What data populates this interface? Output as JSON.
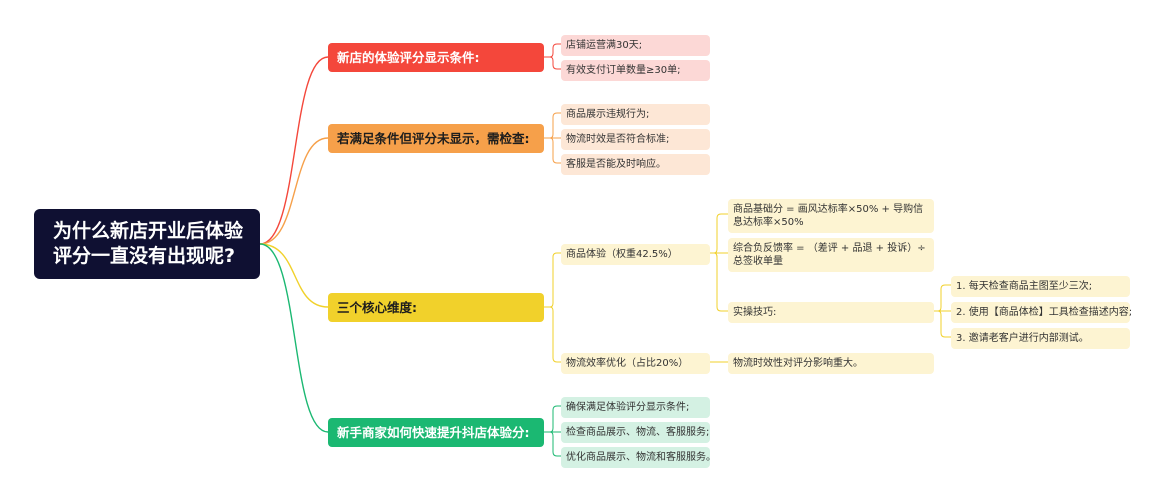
{
  "root": {
    "line1": "为什么新店开业后体验",
    "line2": "评分一直没有出现呢?"
  },
  "branches": [
    {
      "label": "新店的体验评分显示条件:",
      "color": "#f4473b",
      "items": [
        "店铺运营满30天;",
        "有效支付订单数量≥30单;"
      ]
    },
    {
      "label": "若满足条件但评分未显示，需检查:",
      "color": "#f6a04a",
      "items": [
        "商品展示违规行为;",
        "物流时效是否符合标准;",
        "客服是否能及时响应。"
      ]
    },
    {
      "label": "三个核心维度:",
      "color": "#f1d12b",
      "product": {
        "label": "商品体验（权重42.5%）",
        "items": [
          "商品基础分 = 画风达标率×50% + 导购信息达标率×50%",
          "综合负反馈率 = （差评 + 品退 + 投诉）÷ 总签收单量",
          "实操技巧:"
        ],
        "tips": [
          "1. 每天检查商品主图至少三次;",
          "2. 使用【商品体检】工具检查描述内容;",
          "3. 邀请老客户进行内部测试。"
        ]
      },
      "logistics": {
        "label": "物流效率优化（占比20%）",
        "note": "物流时效性对评分影响重大。"
      }
    },
    {
      "label": "新手商家如何快速提升抖店体验分:",
      "color": "#1bb872",
      "items": [
        "确保满足体验评分显示条件;",
        "检查商品展示、物流、客服服务;",
        "优化商品展示、物流和客服服务。"
      ]
    }
  ]
}
